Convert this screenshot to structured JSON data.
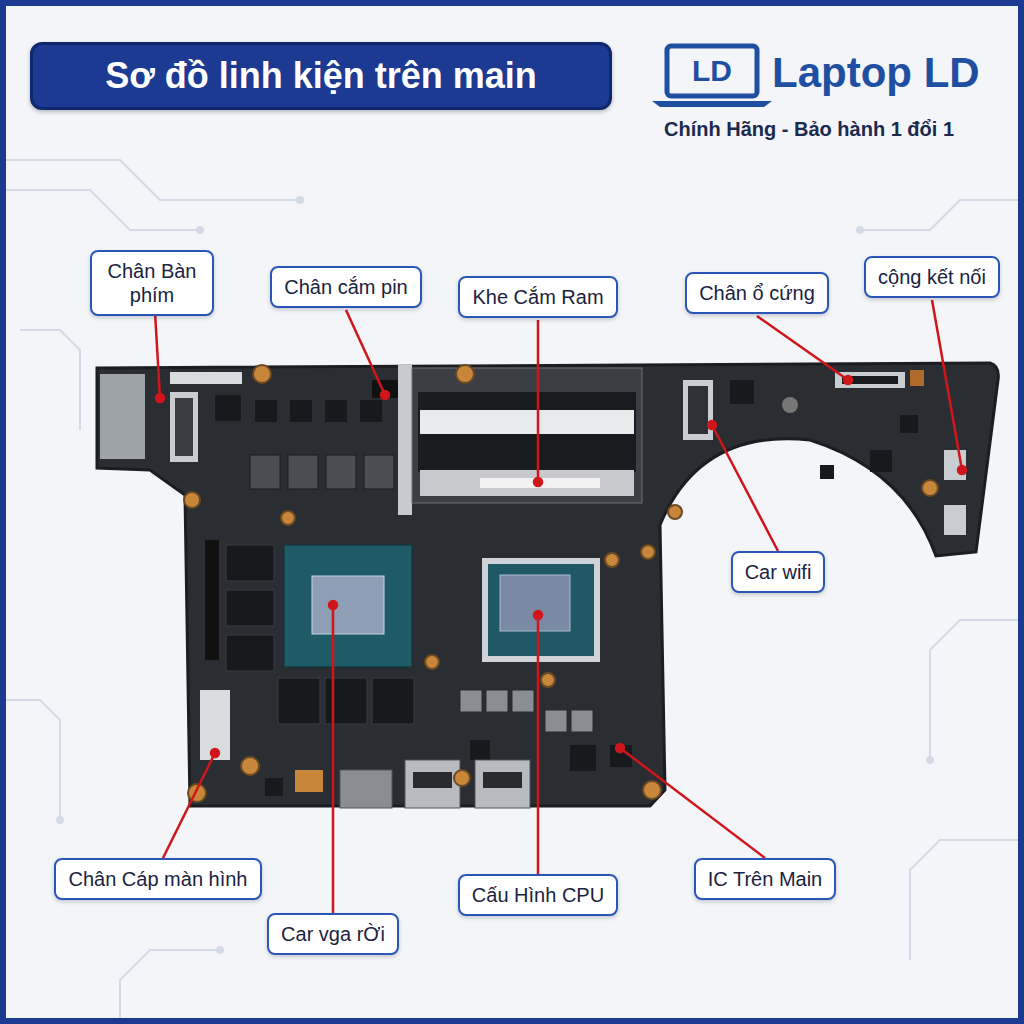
{
  "diagram": {
    "title": "Sơ đồ linh kiện trên main",
    "nodes": [
      {
        "text": [
          "Chân Bàn phím"
        ]
      },
      {
        "text": [
          "Chân cắm pin"
        ]
      },
      {
        "text": [
          "Khe Cắm Ram"
        ]
      },
      {
        "text": [
          "Chân ổ cứng"
        ]
      },
      {
        "text": [
          "cộng kết nối"
        ]
      },
      {
        "text": [
          "Car wifi"
        ]
      },
      {
        "text": [
          "Chân Cáp màn hình"
        ]
      },
      {
        "text": [
          "Car vga rỜi"
        ]
      },
      {
        "text": [
          "Cấu Hình CPU"
        ]
      },
      {
        "text": [
          "IC Trên Main"
        ]
      }
    ],
    "labels": [
      "LD",
      "Laptop LD",
      "Chính Hãng - Bảo hành 1 đổi 1"
    ]
  }
}
